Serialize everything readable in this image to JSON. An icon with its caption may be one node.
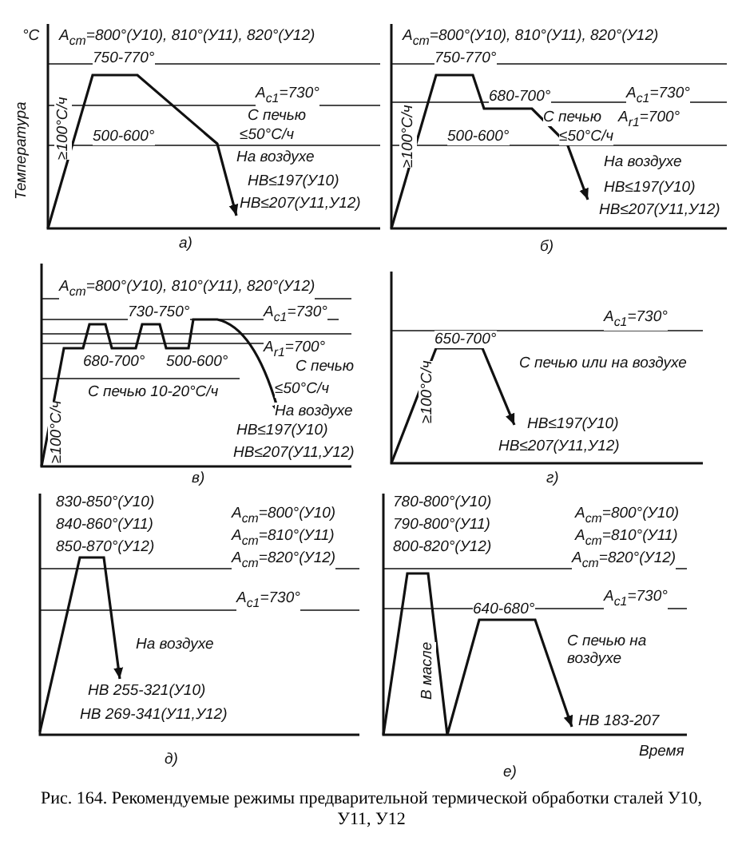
{
  "diagram": {
    "caption": "Рис. 164. Рекомендуемые режимы предварительной термической обработки сталей У10, У11, У12",
    "labels": [
      "°C",
      "Температура",
      "A$_{cm}$=800°(У10), 810°(У11), 820°(У12)",
      "750-770°",
      "A$_{c1}$=730°",
      "≥100°C/ч",
      "500-600°",
      "С печью",
      "≤50°C/ч",
      "На воздухе",
      "HB≤197(У10)",
      "HB≤207(У11,У12)",
      "а)",
      "A$_{cm}$=800°(У10), 810°(У11), 820°(У12)",
      "750-770°",
      "680-700°",
      "A$_{c1}$=730°",
      "≥100°C/ч",
      "С печью",
      "A$_{r1}$=700°",
      "500-600°",
      "≤50°C/ч",
      "На воздухе",
      "HB≤197(У10)",
      "HB≤207(У11,У12)",
      "б)",
      "A$_{cm}$=800°(У10), 810°(У11), 820°(У12)",
      "730-750°",
      "A$_{c1}$=730°",
      "A$_{r1}$=700°",
      "680-700°",
      "500-600°",
      "С печью",
      "С печью 10-20°C/ч",
      "≤50°C/ч",
      "На воздухе",
      "≥100°C/ч",
      "HB≤197(У10)",
      "HB≤207(У11,У12)",
      "в)",
      "A$_{c1}$=730°",
      "650-700°",
      "≥100°C/ч",
      "С печью или на воздухе",
      "HB≤197(У10)",
      "HB≤207(У11,У12)",
      "г)",
      "830-850°(У10)",
      "840-860°(У11)",
      "850-870°(У12)",
      "A$_{cm}$=800°(У10)",
      "A$_{cm}$=810°(У11)",
      "A$_{cm}$=820°(У12)",
      "A$_{c1}$=730°",
      "На воздухе",
      "HB 255-321(У10)",
      "HB 269-341(У11,У12)",
      "д)",
      "780-800°(У10)",
      "790-800°(У11)",
      "800-820°(У12)",
      "A$_{cm}$=800°(У10)",
      "A$_{cm}$=810°(У11)",
      "A$_{cm}$=820°(У12)",
      "A$_{c1}$=730°",
      "640-680°",
      "В масле",
      "С печью на воздухе",
      "HB 183-207",
      "Время",
      "е)"
    ]
  }
}
